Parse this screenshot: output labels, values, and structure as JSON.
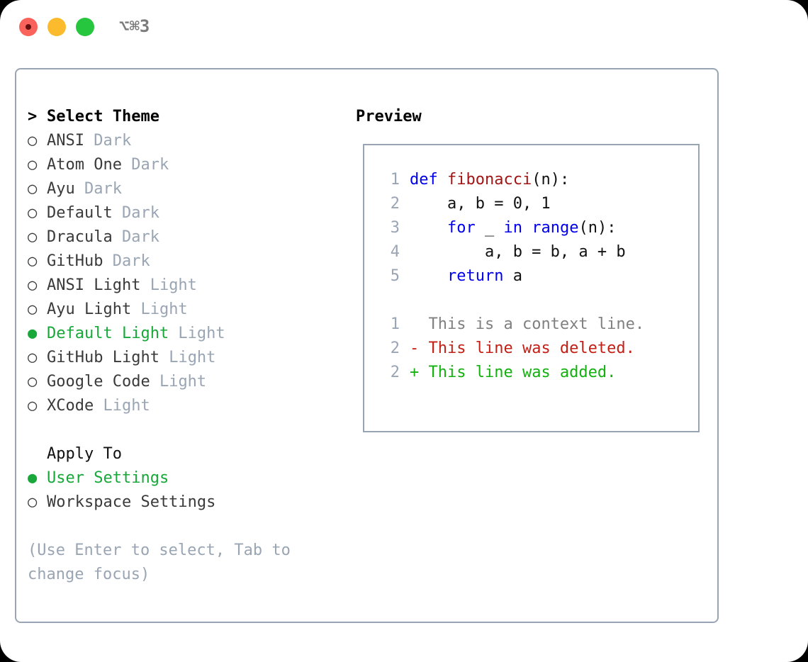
{
  "window": {
    "background_color": "#ffffff",
    "page_background_color": "#000000",
    "border_color": "#9aa5b4"
  },
  "titlebar": {
    "shortcut": "⌥⌘3",
    "traffic_lights": [
      {
        "name": "close",
        "color": "#fa635b"
      },
      {
        "name": "minimize",
        "color": "#fcbb2d"
      },
      {
        "name": "maximize",
        "color": "#26c63f"
      }
    ]
  },
  "theme_picker": {
    "heading_marker": ">",
    "heading": "Select Theme",
    "marker_selected": "●",
    "marker_unselected": "○",
    "accent_color": "#18a83a",
    "items": [
      {
        "name": "ANSI",
        "category": "Dark",
        "selected": false
      },
      {
        "name": "Atom One",
        "category": "Dark",
        "selected": false
      },
      {
        "name": "Ayu",
        "category": "Dark",
        "selected": false
      },
      {
        "name": "Default",
        "category": "Dark",
        "selected": false
      },
      {
        "name": "Dracula",
        "category": "Dark",
        "selected": false
      },
      {
        "name": "GitHub",
        "category": "Dark",
        "selected": false
      },
      {
        "name": "ANSI Light",
        "category": "Light",
        "selected": false
      },
      {
        "name": "Ayu Light",
        "category": "Light",
        "selected": false
      },
      {
        "name": "Default Light",
        "category": "Light",
        "selected": true
      },
      {
        "name": "GitHub Light",
        "category": "Light",
        "selected": false
      },
      {
        "name": "Google Code",
        "category": "Light",
        "selected": false
      },
      {
        "name": "XCode",
        "category": "Light",
        "selected": false
      }
    ]
  },
  "apply_to": {
    "label": "Apply To",
    "options": [
      {
        "name": "User Settings",
        "selected": true
      },
      {
        "name": "Workspace Settings",
        "selected": false
      }
    ]
  },
  "hint": "(Use Enter to select, Tab to change focus)",
  "preview": {
    "title": "Preview",
    "code_lines": [
      {
        "no": "1",
        "segments": [
          {
            "text": "def ",
            "style": "kw"
          },
          {
            "text": "fibonacci",
            "style": "fn"
          },
          {
            "text": "(n):",
            "style": "plain"
          }
        ]
      },
      {
        "no": "2",
        "segments": [
          {
            "text": "    a, b = 0, 1",
            "style": "plain"
          }
        ]
      },
      {
        "no": "3",
        "segments": [
          {
            "text": "    ",
            "style": "plain"
          },
          {
            "text": "for",
            "style": "kw"
          },
          {
            "text": " _ ",
            "style": "plain"
          },
          {
            "text": "in",
            "style": "kw"
          },
          {
            "text": " ",
            "style": "plain"
          },
          {
            "text": "range",
            "style": "kw"
          },
          {
            "text": "(n):",
            "style": "plain"
          }
        ]
      },
      {
        "no": "4",
        "segments": [
          {
            "text": "        a, b = b, a + b",
            "style": "plain"
          }
        ]
      },
      {
        "no": "5",
        "segments": [
          {
            "text": "    ",
            "style": "plain"
          },
          {
            "text": "return",
            "style": "kw"
          },
          {
            "text": " a",
            "style": "plain"
          }
        ]
      }
    ],
    "diff_lines": [
      {
        "no": "1",
        "marker": " ",
        "text": "This is a context line.",
        "style": "ctx"
      },
      {
        "no": "2",
        "marker": "-",
        "text": "This line was deleted.",
        "style": "del"
      },
      {
        "no": "2",
        "marker": "+",
        "text": "This line was added.",
        "style": "add"
      }
    ]
  }
}
